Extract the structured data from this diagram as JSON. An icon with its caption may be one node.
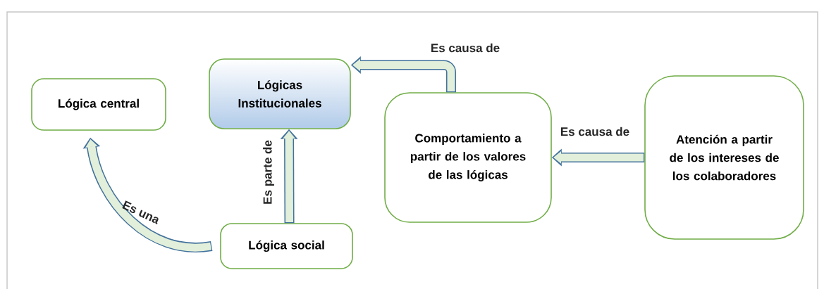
{
  "diagram": {
    "nodes": [
      {
        "text": [
          "Lógica central"
        ]
      },
      {
        "text": [
          "Lógicas Institucionales"
        ]
      },
      {
        "text": [
          "Comportamiento a partir de los valores de las lógicas"
        ]
      },
      {
        "text": [
          "Atención a partir de los intereses de los colaboradores"
        ]
      },
      {
        "text": [
          "Lógica social"
        ]
      }
    ],
    "edges": [
      {
        "from": 2,
        "to": 1,
        "arrow": "to",
        "label": "Es causa de"
      },
      {
        "from": 3,
        "to": 2,
        "arrow": "to",
        "label": "Es causa de"
      },
      {
        "from": 4,
        "to": 1,
        "arrow": "to",
        "label": "Es parte de"
      },
      {
        "from": 4,
        "to": 0,
        "arrow": "to",
        "label": "Es una"
      }
    ]
  }
}
